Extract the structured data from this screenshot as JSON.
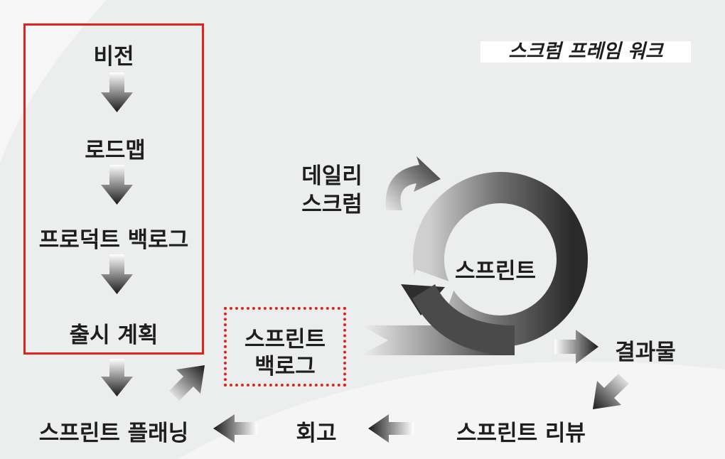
{
  "title": "스크럼 프레임 워크",
  "flow": {
    "vision": "비전",
    "roadmap": "로드맵",
    "product_backlog": "프로덕트 백로그",
    "release_plan": "출시 계획"
  },
  "sprint_backlog": [
    "스프린트",
    "백로그"
  ],
  "daily_scrum": [
    "데일리",
    "스크럼"
  ],
  "sprint": "스프린트",
  "result": "결과물",
  "sprint_review": "스프린트 리뷰",
  "retrospective": "회고",
  "sprint_planning": "스프린트 플래닝",
  "colors": {
    "highlight": "#e0241c",
    "text": "#1e1e1e",
    "arrow_dark": "#1a1a1a"
  }
}
